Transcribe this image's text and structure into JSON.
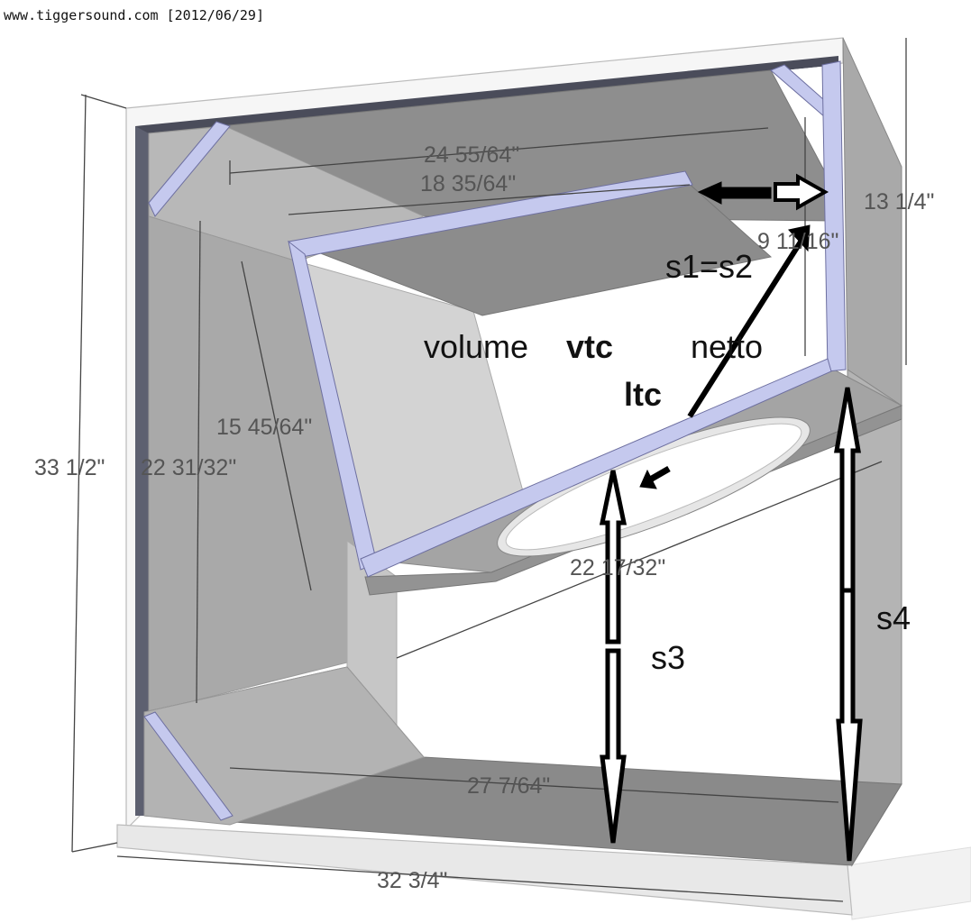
{
  "watermark": "www.tiggersound.com [2012/06/29]",
  "dimensions": {
    "overall_height": "33 1/2\"",
    "inner_height": "22 31/32\"",
    "slant_length": "15 45/64\"",
    "top_length": "24 55/64\"",
    "top_inner_length": "18 35/64\"",
    "right_height": "13 1/4\"",
    "gap_depth": "9 11/16\"",
    "diagonal_length": "22 17/32\"",
    "bottom_length": "27 7/64\"",
    "overall_width": "32 3/4\""
  },
  "annotations": {
    "s1s2": "s1=s2",
    "volume": "volume",
    "vtc": "vtc",
    "netto": "netto",
    "ltc": "ltc",
    "s3": "s3",
    "s4": "s4"
  },
  "colors": {
    "panel_edge": "#c5c9ee",
    "panel_dark": "#8c8c8c",
    "panel_mid": "#a8a8a8",
    "panel_light": "#cfcfcf",
    "annotation": "#000000"
  }
}
